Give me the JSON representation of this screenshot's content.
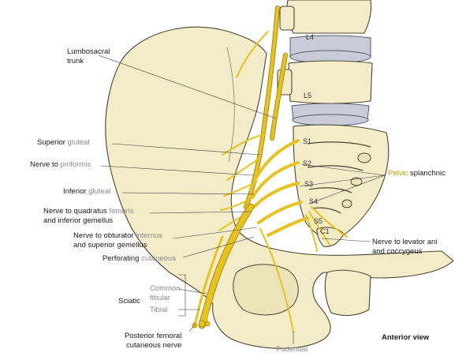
{
  "vertebrae": [
    "L4",
    "L5",
    "S1",
    "S2",
    "S3",
    "S4",
    "S5",
    "C1"
  ],
  "labels": {
    "lumbosacral_1": "Lumbosacral",
    "lumbosacral_2": "trunk",
    "superior_a": "Superior",
    "superior_b": " gluteal",
    "piriformis_a": "Nerve to ",
    "piriformis_b": "piriformis",
    "inferior_a": "Inferior",
    "inferior_b": " gluteal",
    "quadratus_a": "Nerve to quadratus ",
    "quadratus_b": "femoris",
    "quadratus_2": "and inferior gemellus",
    "obturator_a": "Nerve to obturator ",
    "obturator_b": "internus",
    "obturator_2": "and superior gemellus",
    "perforating_a": "Perforating",
    "perforating_b": " cutaneous",
    "common_fibular_1": "Common",
    "common_fibular_2": "fibular",
    "sciatic": "Sciatic",
    "tibial": "Tibial",
    "posterior_1": "Posterior femoral",
    "posterior_2": "cutaneous nerve",
    "pudendal": "Pudendal",
    "pelvic_a": "Pelvic",
    "pelvic_b": " splanchnic",
    "levator_1": "Nerve to levator ani",
    "levator_2": "and coccygeus",
    "view": "Anterior view"
  },
  "colors": {
    "nerve": "#e8c21e",
    "bone": "#f3ecc8",
    "disc": "#c9ccd8",
    "accent_text": "#c9a400",
    "muted_text": "#8a8a8a"
  }
}
